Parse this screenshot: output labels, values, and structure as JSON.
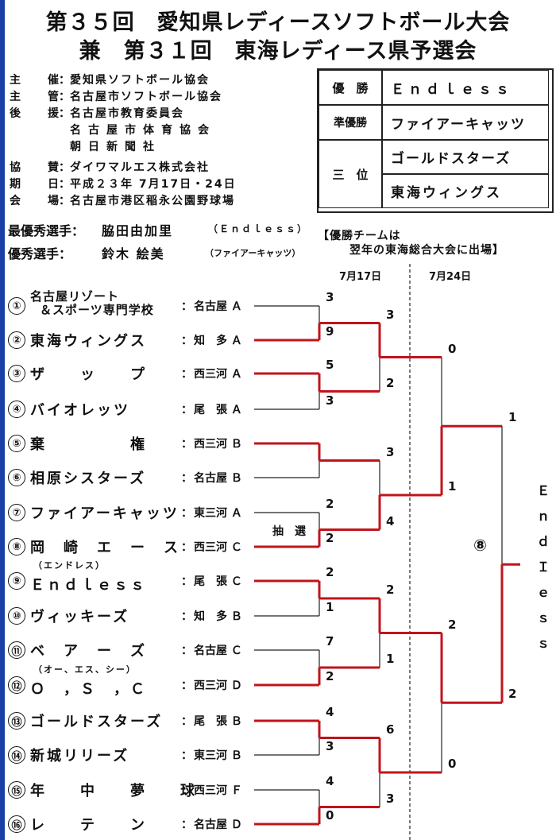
{
  "title_line1": "第３５回　愛知県レディースソフトボール大会",
  "title_line2": "兼　第３１回　東海レディース県予選会",
  "info": [
    {
      "key": "主催",
      "value": "愛知県ソフトボール協会"
    },
    {
      "key": "主管",
      "value": "名古屋市ソフトボール協会"
    },
    {
      "key": "後援",
      "value": "名古屋市教育委員会"
    },
    {
      "key": "",
      "value": "名古屋市体育協会"
    },
    {
      "key": "",
      "value": "朝日新聞社"
    },
    {
      "key": "協賛",
      "value": "ダイワマルエス株式会社"
    },
    {
      "key": "期日",
      "value": "平成２３年 7月17日・24日"
    },
    {
      "key": "会場",
      "value": "名古屋市港区稲永公園野球場"
    }
  ],
  "results": {
    "champion_label": "優　勝",
    "champion": "Ｅｎｄｌｅｓｓ",
    "runnerup_label": "準優勝",
    "runnerup": "ファイアーキャッツ",
    "third_label": "三　位",
    "third1": "ゴールドスターズ",
    "third2": "東海ウィングス"
  },
  "mvp_label": "最優秀選手：",
  "mvp_name": "脇田由加里",
  "mvp_team": "（Ｅｎｄｌｅｓｓ）",
  "excellent_label": "優秀選手：",
  "excellent_name": "鈴木 絵美",
  "excellent_team": "（ファイアーキャッツ）",
  "note_line1": "【優勝チームは",
  "note_line2": "翌年の東海総合大会に出場】",
  "date1": "7月17日",
  "date2": "7月24日",
  "teams": [
    {
      "num": "①",
      "name": "名古屋リゾート",
      "name2": "＆スポーツ専門学校",
      "region": "名古屋 Ａ"
    },
    {
      "num": "②",
      "name": "東海ウィングス",
      "region": "知　多 Ａ"
    },
    {
      "num": "③",
      "name": "ザ　　ッ　　プ",
      "region": "西三河 Ａ"
    },
    {
      "num": "④",
      "name": "バイオレッツ",
      "region": "尾　張 Ａ"
    },
    {
      "num": "⑤",
      "name": "棄　　　　　権",
      "region": "西三河 Ｂ"
    },
    {
      "num": "⑥",
      "name": "相原シスターズ",
      "region": "名古屋 Ｂ"
    },
    {
      "num": "⑦",
      "name": "ファイアーキャッツ",
      "region": "東三河 Ａ"
    },
    {
      "num": "⑧",
      "name": "岡　崎　エ　ー　ス",
      "region": "西三河 Ｃ"
    },
    {
      "num": "⑨",
      "name": "Ｅｎｄｌｅｓｓ",
      "sub": "（エンドレス）",
      "region": "尾　張 Ｃ"
    },
    {
      "num": "⑩",
      "name": "ヴィッキーズ",
      "region": "知　多 Ｂ"
    },
    {
      "num": "⑪",
      "name": "ベ　ア　ー　ズ",
      "region": "名古屋 Ｃ"
    },
    {
      "num": "⑫",
      "name": "Ｏ　，Ｓ　，Ｃ",
      "sub": "（オー、エス、シー）",
      "region": "西三河 Ｄ"
    },
    {
      "num": "⑬",
      "name": "ゴールドスターズ",
      "region": "尾　張 Ｂ"
    },
    {
      "num": "⑭",
      "name": "新城リリーズ",
      "region": "東三河 Ｂ"
    },
    {
      "num": "⑮",
      "name": "年　　中　　夢　　球",
      "region": "西三河 Ｆ"
    },
    {
      "num": "⑯",
      "name": "レ　　テ　　ン",
      "region": "名古屋 Ｄ"
    }
  ],
  "r1_scores": [
    "3",
    "9",
    "5",
    "3",
    "",
    "",
    "2",
    "2",
    "2",
    "1",
    "7",
    "2",
    "4",
    "3",
    "4",
    "0"
  ],
  "r2_scores": [
    "3",
    "2",
    "3",
    "4",
    "2",
    "1",
    "6",
    "3"
  ],
  "r3_scores": [
    "0",
    "1",
    "2",
    "0"
  ],
  "r4_scores": [
    "1",
    "2"
  ],
  "lottery_label": "抽　選",
  "final_circle": "⑧",
  "champion_vertical": [
    "Ｅ",
    "ｎ",
    "ｄ",
    "Ｉ",
    "ｅ",
    "ｓ",
    "ｓ"
  ]
}
